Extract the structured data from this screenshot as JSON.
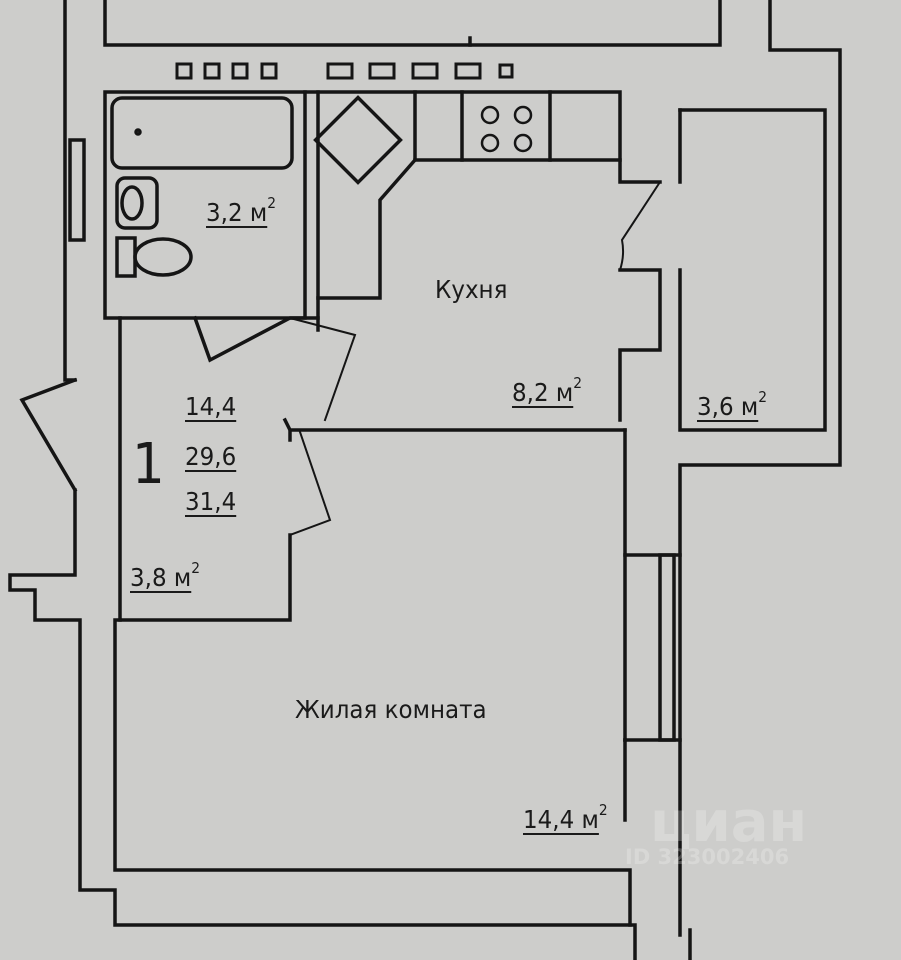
{
  "apartment": {
    "rooms_count": "1",
    "living_area": "14,4",
    "total_area": "29,6",
    "total_with_balcony": "31,4"
  },
  "rooms": {
    "bathroom": {
      "area": "3,2 м",
      "sup": "2"
    },
    "kitchen": {
      "name": "Кухня",
      "area": "8,2 м",
      "sup": "2"
    },
    "balcony": {
      "area": "3,6 м",
      "sup": "2"
    },
    "hallway": {
      "area": "3,8 м",
      "sup": "2"
    },
    "living_room": {
      "name": "Жилая комната",
      "area": "14,4 м",
      "sup": "2"
    }
  },
  "watermark": {
    "brand": "циан",
    "id": "ID 323002406"
  }
}
